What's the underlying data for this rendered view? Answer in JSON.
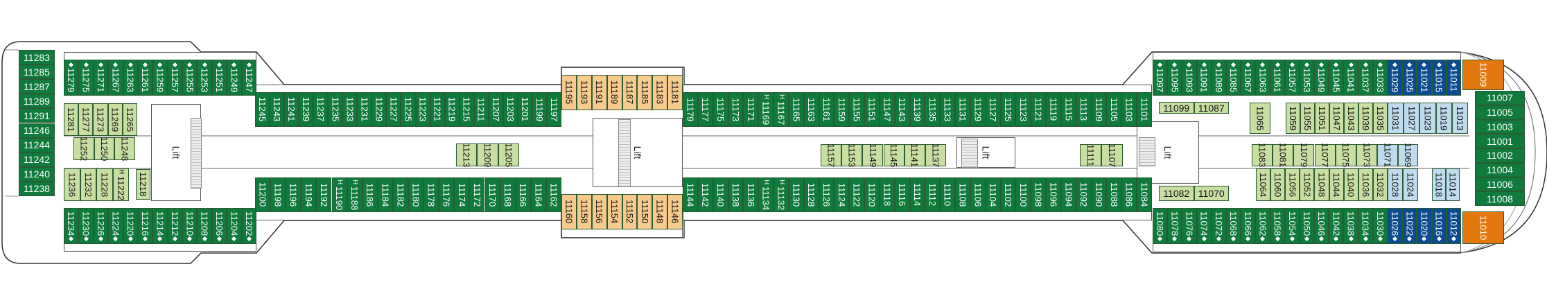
{
  "colors": {
    "green": "#0f7a3c",
    "lightgreen": "#c9dea2",
    "orange_light": "#f7ca8e",
    "orange": "#e3780e",
    "blue": "#0c4b8e",
    "lightblue": "#bfdcef"
  },
  "labels": {
    "lift": "Lift",
    "accessible_mark": "H"
  },
  "accessible": [
    "11222",
    "11190",
    "11188",
    "11169",
    "11167",
    "11134",
    "11132"
  ],
  "groups": {
    "aft_stack": {
      "color": "green",
      "cabins": [
        "11283",
        "11285",
        "11287",
        "11289",
        "11291",
        "11246",
        "11244",
        "11242",
        "11240",
        "11238"
      ]
    },
    "aft_top": {
      "color": "green",
      "cabins": [
        "11279",
        "11275",
        "11271",
        "11267",
        "11263",
        "11261",
        "11259",
        "11257",
        "11255",
        "11253",
        "11251",
        "11249",
        "11247"
      ]
    },
    "aft_bottom": {
      "color": "green",
      "cabins": [
        "11234",
        "11230",
        "11226",
        "11224",
        "11220",
        "11216",
        "11214",
        "11212",
        "11210",
        "11208",
        "11206",
        "11204",
        "11202"
      ]
    },
    "aft_inner_a": {
      "color": "lightgreen",
      "cabins": [
        "11281",
        "11277",
        "11273",
        "11269",
        "11265"
      ]
    },
    "aft_inner_b": {
      "color": "lightgreen",
      "cabins": [
        "11252",
        "11250",
        "11248"
      ]
    },
    "aft_inner_c": {
      "color": "lightgreen",
      "cabins": [
        "11236",
        "11232",
        "11228",
        "11222"
      ]
    },
    "aft_inner_d": {
      "color": "lightgreen",
      "cabins": [
        "11218"
      ]
    },
    "mid_top": {
      "color": "green",
      "cabins": [
        "11245",
        "11243",
        "11241",
        "11239",
        "11237",
        "11235",
        "11233",
        "11231",
        "11229",
        "11227",
        "11225",
        "11223",
        "11221",
        "11219",
        "11215",
        "11211",
        "11207",
        "11203",
        "11201",
        "11199",
        "11197"
      ]
    },
    "mid_bottom": {
      "color": "green",
      "cabins": [
        "11200",
        "11198",
        "11196",
        "11194",
        "11192",
        "11190",
        "11188",
        "11186",
        "11184",
        "11182",
        "11180",
        "11178",
        "11176",
        "11174",
        "11172",
        "11170",
        "11168",
        "11166",
        "11164",
        "11162"
      ]
    },
    "mid_inner": {
      "color": "lightgreen",
      "cabins": [
        "11213",
        "11209",
        "11205"
      ]
    },
    "center_top": {
      "color": "orange_light",
      "cabins": [
        "11195",
        "11193",
        "11191",
        "11189",
        "11187",
        "11185",
        "11183",
        "11181"
      ]
    },
    "center_bottom": {
      "color": "orange_light",
      "cabins": [
        "11160",
        "11158",
        "11156",
        "11154",
        "11152",
        "11150",
        "11148",
        "11146"
      ]
    },
    "fwd_mid_top": {
      "color": "green",
      "cabins": [
        "11179",
        "11177",
        "11175",
        "11173",
        "11171",
        "11169",
        "11167",
        "11165",
        "11163",
        "11161",
        "11159",
        "11155",
        "11151",
        "11147",
        "11143",
        "11139",
        "11135",
        "11133",
        "11131",
        "11129",
        "11127",
        "11125",
        "11123",
        "11121",
        "11119",
        "11115",
        "11113",
        "11109",
        "11105",
        "11103",
        "11101"
      ]
    },
    "fwd_mid_bottom": {
      "color": "green",
      "cabins": [
        "11144",
        "11142",
        "11140",
        "11138",
        "11136",
        "11134",
        "11132",
        "11130",
        "11128",
        "11126",
        "11124",
        "11122",
        "11120",
        "11118",
        "11116",
        "11114",
        "11112",
        "11110",
        "11108",
        "11106",
        "11104",
        "11102",
        "11100",
        "11098",
        "11096",
        "11094",
        "11092",
        "11090",
        "11088",
        "11086",
        "11084"
      ]
    },
    "fwd_mid_inner_a": {
      "color": "lightgreen",
      "cabins": [
        "11157",
        "11153",
        "11149",
        "11145",
        "11141",
        "11137"
      ]
    },
    "fwd_mid_inner_b": {
      "color": "lightgreen",
      "cabins": [
        "11111",
        "11107"
      ]
    },
    "fwd_inner_top_pair": {
      "color": "lightgreen",
      "cabins": [
        "11099",
        "11087"
      ]
    },
    "fwd_inner_bottom_pair": {
      "color": "lightgreen",
      "cabins": [
        "11082",
        "11070"
      ]
    },
    "fwd_top_green": {
      "color": "green",
      "cabins": [
        "11097",
        "11095",
        "11093",
        "11091",
        "11089",
        "11085",
        "11067",
        "11063",
        "11061",
        "11057",
        "11053",
        "11049",
        "11045",
        "11041",
        "11037",
        "11033"
      ]
    },
    "fwd_top_blue": {
      "color": "blue",
      "cabins": [
        "11029",
        "11025",
        "11021",
        "11015",
        "11011"
      ]
    },
    "fwd_bottom_green": {
      "color": "green",
      "cabins": [
        "11080",
        "11078",
        "11076",
        "11074",
        "11072",
        "11068",
        "11066",
        "11062",
        "11058",
        "11054",
        "11050",
        "11046",
        "11042",
        "11038",
        "11034",
        "11030"
      ]
    },
    "fwd_bottom_blue": {
      "color": "blue",
      "cabins": [
        "11026",
        "11022",
        "11020",
        "11016",
        "11012"
      ]
    },
    "bow_top": {
      "color": "orange",
      "cabins": [
        "11009"
      ]
    },
    "bow_bottom": {
      "color": "orange",
      "cabins": [
        "11010"
      ]
    },
    "bow_stack": {
      "color": "green",
      "cabins": [
        "11007",
        "11005",
        "11003",
        "11001",
        "11002",
        "11004",
        "11006",
        "11008"
      ]
    },
    "fwd_inner_single": {
      "color": "lightgreen",
      "cabins": [
        "11065"
      ]
    },
    "fwd_inner_top_green": {
      "color": "lightgreen",
      "cabins": [
        "11059",
        "11055",
        "11051",
        "11047",
        "11043",
        "11039",
        "11035"
      ]
    },
    "fwd_inner_top_blue": {
      "color": "lightblue",
      "cabins": [
        "11031",
        "11027",
        "11023",
        "11019",
        "11013"
      ]
    },
    "fwd_inner_mid_green": {
      "color": "lightgreen",
      "cabins": [
        "11083",
        "11081",
        "11079",
        "11077",
        "11075",
        "11073"
      ]
    },
    "fwd_inner_mid_blue": {
      "color": "lightblue",
      "cabins": [
        "11071",
        "11069"
      ]
    },
    "fwd_inner_bot_green": {
      "color": "lightgreen",
      "cabins": [
        "11064",
        "11060",
        "11056",
        "11052",
        "11048",
        "11044",
        "11040",
        "11036",
        "11032"
      ]
    },
    "fwd_inner_bot_blue": {
      "color": "lightblue",
      "cabins": [
        "11028",
        "11024"
      ]
    },
    "fwd_inner_bot_blue2": {
      "color": "lightblue",
      "cabins": [
        "11018",
        "11014"
      ]
    }
  }
}
